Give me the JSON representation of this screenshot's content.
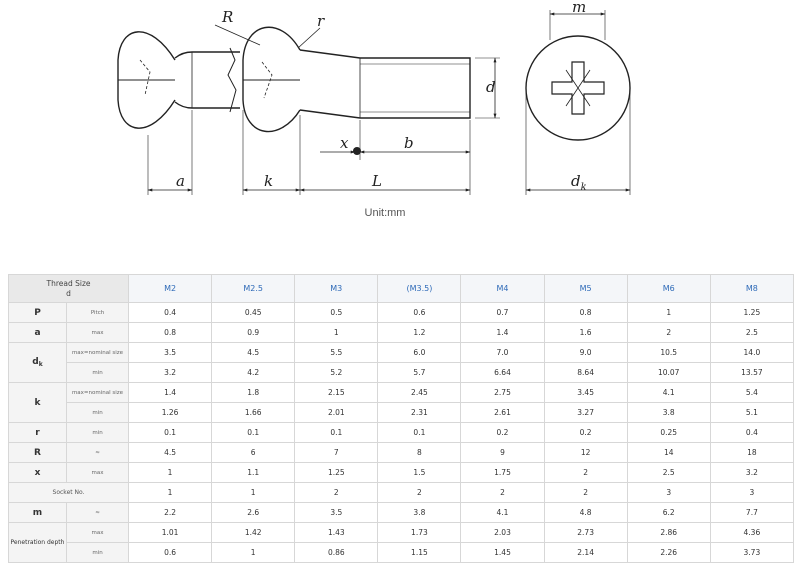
{
  "drawing": {
    "labels": {
      "R": "R",
      "r": "r",
      "m": "m",
      "d": "d",
      "x": "x",
      "b": "b",
      "a": "a",
      "k": "k",
      "L": "L",
      "dk": "d",
      "dk_sub": "k"
    },
    "unit": "Unit:mm"
  },
  "table": {
    "corner_line1": "Thread Size",
    "corner_line2": "d",
    "columns": [
      "M2",
      "M2.5",
      "M3",
      "(M3.5)",
      "M4",
      "M5",
      "M6",
      "M8"
    ],
    "rows": [
      {
        "group": "P",
        "qualifier": "Pitch",
        "values": [
          "0.4",
          "0.45",
          "0.5",
          "0.6",
          "0.7",
          "0.8",
          "1",
          "1.25"
        ]
      },
      {
        "group": "a",
        "qualifier": "max",
        "values": [
          "0.8",
          "0.9",
          "1",
          "1.2",
          "1.4",
          "1.6",
          "2",
          "2.5"
        ]
      },
      {
        "group": "d",
        "group_sub": "k",
        "qualifier": "max=nominal size",
        "values": [
          "3.5",
          "4.5",
          "5.5",
          "6.0",
          "7.0",
          "9.0",
          "10.5",
          "14.0"
        ]
      },
      {
        "qualifier": "min",
        "values": [
          "3.2",
          "4.2",
          "5.2",
          "5.7",
          "6.64",
          "8.64",
          "10.07",
          "13.57"
        ]
      },
      {
        "group": "k",
        "qualifier": "max=nominal size",
        "values": [
          "1.4",
          "1.8",
          "2.15",
          "2.45",
          "2.75",
          "3.45",
          "4.1",
          "5.4"
        ]
      },
      {
        "qualifier": "min",
        "values": [
          "1.26",
          "1.66",
          "2.01",
          "2.31",
          "2.61",
          "3.27",
          "3.8",
          "5.1"
        ]
      },
      {
        "group": "r",
        "qualifier": "min",
        "values": [
          "0.1",
          "0.1",
          "0.1",
          "0.1",
          "0.2",
          "0.2",
          "0.25",
          "0.4"
        ]
      },
      {
        "group": "R",
        "qualifier": "≈",
        "values": [
          "4.5",
          "6",
          "7",
          "8",
          "9",
          "12",
          "14",
          "18"
        ]
      },
      {
        "group": "x",
        "qualifier": "max",
        "values": [
          "1",
          "1.1",
          "1.25",
          "1.5",
          "1.75",
          "2",
          "2.5",
          "3.2"
        ]
      },
      {
        "label_span": "Socket No.",
        "values": [
          "1",
          "1",
          "2",
          "2",
          "2",
          "2",
          "3",
          "3"
        ]
      },
      {
        "group": "m",
        "qualifier": "≈",
        "values": [
          "2.2",
          "2.6",
          "3.5",
          "3.8",
          "4.1",
          "4.8",
          "6.2",
          "7.7"
        ]
      },
      {
        "group": "Penetration depth",
        "qualifier": "max",
        "values": [
          "1.01",
          "1.42",
          "1.43",
          "1.73",
          "2.03",
          "2.73",
          "2.86",
          "4.36"
        ]
      },
      {
        "qualifier": "min",
        "values": [
          "0.6",
          "1",
          "0.86",
          "1.15",
          "1.45",
          "2.14",
          "2.26",
          "3.73"
        ]
      }
    ]
  }
}
